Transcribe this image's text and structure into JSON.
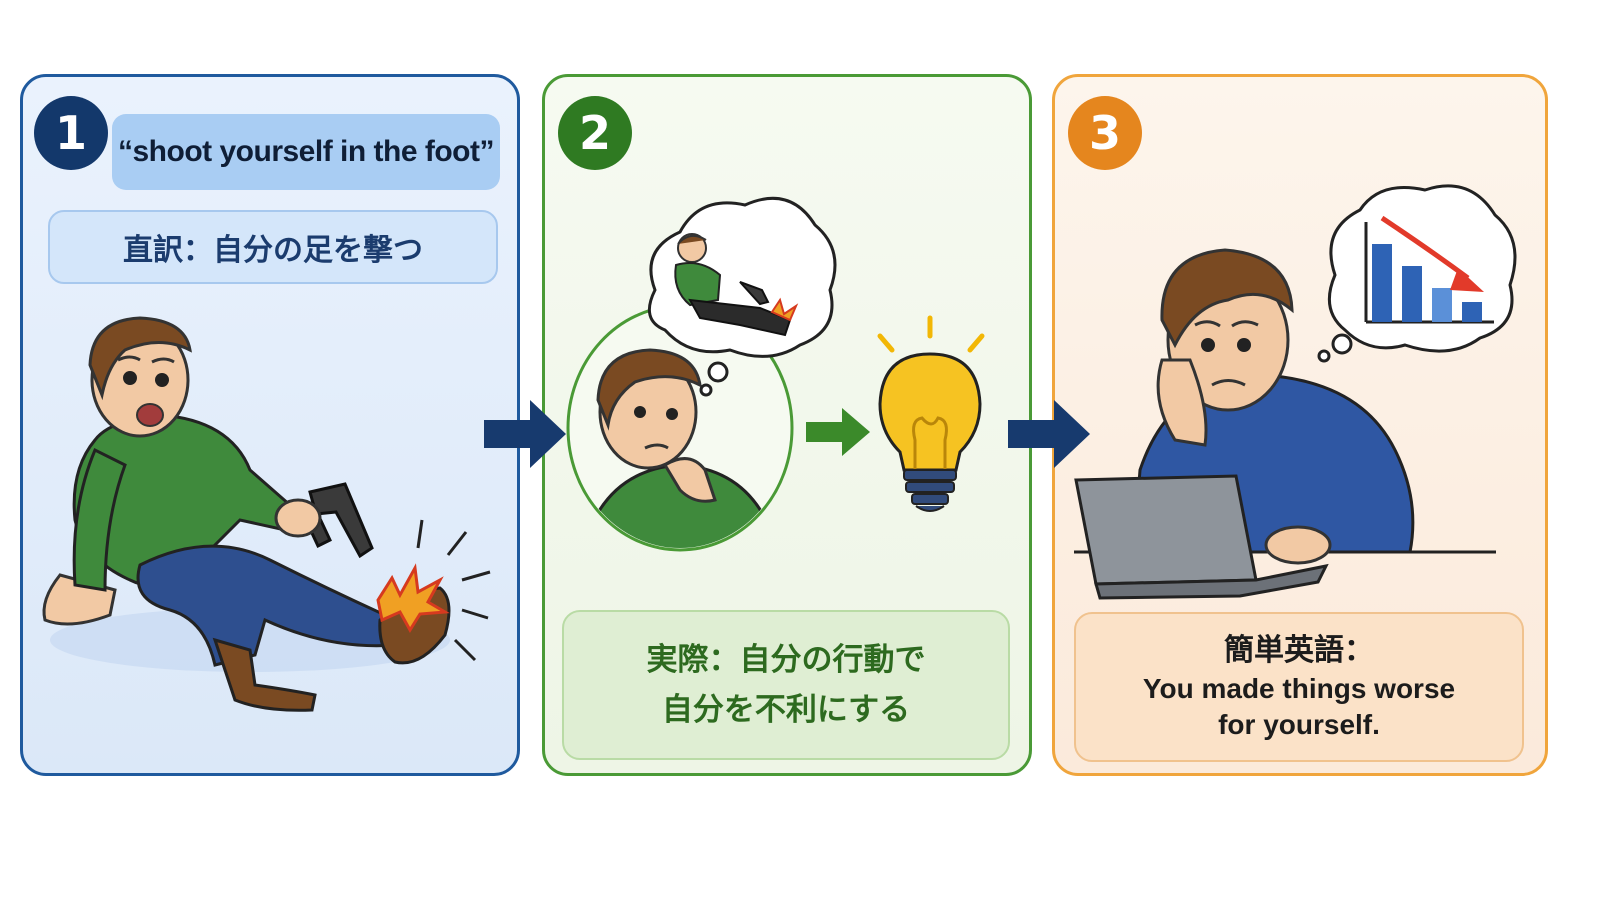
{
  "steps": [
    {
      "number": "1",
      "phrase": "“shoot yourself in the foot”",
      "literal": "直訳：自分の足を撃つ"
    },
    {
      "number": "2",
      "meaning_line1": "実際：自分の行動で",
      "meaning_line2": "自分を不利にする"
    },
    {
      "number": "3",
      "english_label": "簡単英語：",
      "english_line1": "You made things worse",
      "english_line2": "for yourself."
    }
  ],
  "colors": {
    "step1": "#13386b",
    "step2": "#2f7a22",
    "step3": "#e5861e",
    "arrow_main": "#173a6e",
    "arrow_inner": "#3b8a2a"
  },
  "icons": [
    "gun-icon",
    "thought-bubble-icon",
    "lightbulb-icon",
    "laptop-icon",
    "declining-chart-icon",
    "arrow-right-icon"
  ]
}
